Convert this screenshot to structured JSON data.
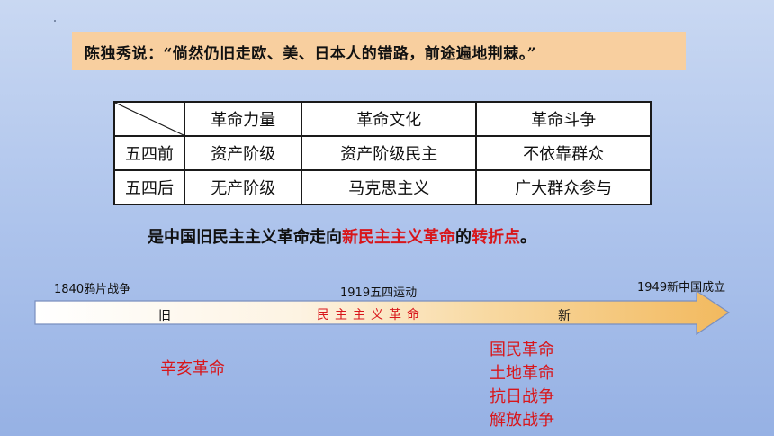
{
  "quote": "陈独秀说：“倘然仍旧走欧、美、日本人的错路，前途遍地荆棘。”",
  "table": {
    "headers": [
      "革命力量",
      "革命文化",
      "革命斗争"
    ],
    "rows": [
      {
        "label": "五四前",
        "cells": [
          "资产阶级",
          "资产阶级民主",
          "不依靠群众"
        ]
      },
      {
        "label": "五四后",
        "cells": [
          "无产阶级",
          "马克思主义",
          "广大群众参与"
        ]
      }
    ]
  },
  "sentence": {
    "part1": "是中国旧民主主义革命走向",
    "highlight1": "新民主主义革命",
    "part2": "的",
    "highlight2": "转折点",
    "end": "。"
  },
  "timeline": {
    "start_label": "1840鸦片战争",
    "mid_label": "1919五四运动",
    "end_label": "1949新中国成立",
    "seg_old": "旧",
    "seg_mid": "民主主义革命",
    "seg_new": "新"
  },
  "xinhai": "辛亥革命",
  "new_revolutions": [
    "国民革命",
    "土地革命",
    "抗日战争",
    "解放战争"
  ],
  "colors": {
    "highlight_red": "#d8161b",
    "quote_bg": "#f8cf9f",
    "arrow_gold": "#f4c46f"
  }
}
